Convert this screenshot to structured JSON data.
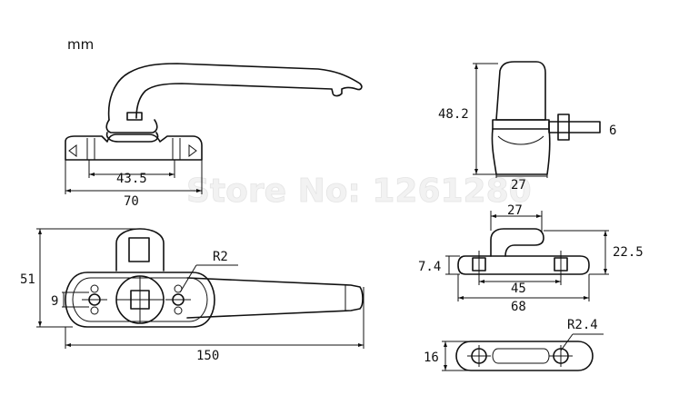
{
  "unit_label": "mm",
  "watermark": "Store No: 1261280",
  "dimensions": {
    "side_base_inner": "43.5",
    "side_base_outer": "70",
    "end_height": "48.2",
    "end_stub": "6",
    "end_width": "27",
    "top_height": "51",
    "top_small": "9",
    "top_radius": "R2",
    "top_length": "150",
    "bracket_top": "27",
    "bracket_height": "22.5",
    "bracket_thick": "7.4",
    "bracket_inner": "45",
    "bracket_outer": "68",
    "plate_radius": "R2.4",
    "plate_height": "16"
  }
}
